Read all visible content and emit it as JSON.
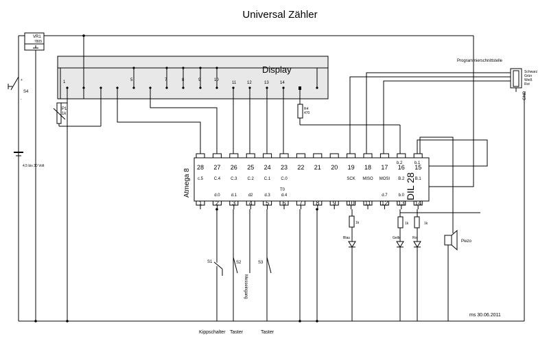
{
  "title": "Universal Zähler",
  "display_label": "Display",
  "display_pins": [
    "1",
    "5",
    "7",
    "8",
    "9",
    "10",
    "11",
    "12",
    "13",
    "14"
  ],
  "regulator": {
    "name": "VR1",
    "value": "7805"
  },
  "switch_s4": "S4",
  "battery_label": "4,5 bis 30 Volt",
  "pot": {
    "name": "P1",
    "value": "1k"
  },
  "r4": {
    "name": "R4",
    "value": "470"
  },
  "programming_header": {
    "title": "Programmierschnittstelle",
    "wires": [
      "Schwarz",
      "Grün",
      "Weiß",
      "Rot"
    ],
    "gnd": "GND"
  },
  "ic": {
    "name": "Atmega 8",
    "package": "DIL 28",
    "top_pins": [
      "28",
      "27",
      "26",
      "25",
      "24",
      "23",
      "22",
      "21",
      "20",
      "19",
      "18",
      "17",
      "16",
      "15"
    ],
    "top_funcs": [
      "c.5",
      "C.4",
      "C.3",
      "C.2",
      "C.1",
      "C.0",
      "",
      "",
      "",
      "SCK",
      "MISO",
      "MOSI",
      "B.2",
      "B.1"
    ],
    "bottom_pins": [
      "1",
      "2",
      "3",
      "4",
      "5",
      "6",
      "7",
      "8",
      "9",
      "10",
      "11",
      "12",
      "13",
      "14"
    ],
    "bottom_funcs": [
      "",
      "d.0",
      "d.1",
      "d2",
      "d.3",
      "d.4",
      "",
      "",
      "",
      "",
      "",
      "d.7",
      "b.0",
      ""
    ],
    "t0": "T0",
    "b2": "b.2",
    "b1": "b.1"
  },
  "resistors": [
    "1k",
    "1k",
    "1k"
  ],
  "leds": [
    "Blau",
    "Gelb",
    "Rot"
  ],
  "piezo": "Piezo",
  "switches": [
    "S1",
    "S2",
    "S3"
  ],
  "measure_input": "Messeingang",
  "bottom_labels": [
    "Kippschalter",
    "Taster",
    "Taster"
  ],
  "credit": "ms 30.06.2011",
  "pin_plus": "+",
  "pin_minus": "-"
}
